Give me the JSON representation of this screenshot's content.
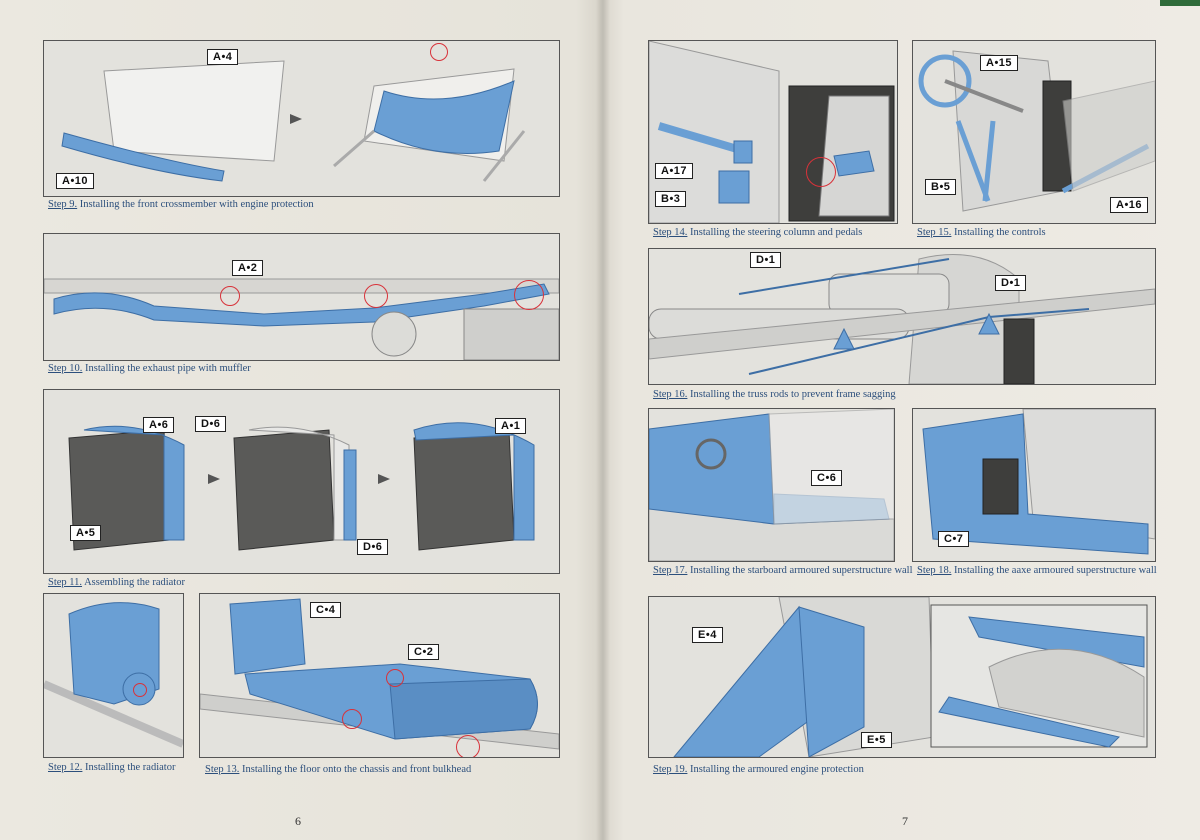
{
  "pages": {
    "left_number": "6",
    "right_number": "7"
  },
  "steps": [
    {
      "id": "s9",
      "step": "Step 9.",
      "text": "Installing the front crossmember with engine protection"
    },
    {
      "id": "s10",
      "step": "Step 10.",
      "text": "Installing the exhaust pipe with muffler"
    },
    {
      "id": "s11",
      "step": "Step 11.",
      "text": "Assembling the radiator"
    },
    {
      "id": "s12",
      "step": "Step 12.",
      "text": "Installing the radiator"
    },
    {
      "id": "s13",
      "step": "Step 13.",
      "text": "Installing the floor onto the chassis and front bulkhead"
    },
    {
      "id": "s14",
      "step": "Step 14.",
      "text": "Installing the steering column and pedals"
    },
    {
      "id": "s15",
      "step": "Step 15.",
      "text": "Installing the controls"
    },
    {
      "id": "s16",
      "step": "Step 16.",
      "text": "Installing the truss rods to prevent frame sagging"
    },
    {
      "id": "s17",
      "step": "Step 17.",
      "text": "Installing the starboard armoured superstructure wall"
    },
    {
      "id": "s18",
      "step": "Step 18.",
      "text": "Installing the aaxe armoured superstructure wall"
    },
    {
      "id": "s19",
      "step": "Step 19.",
      "text": "Installing the armoured engine protection"
    }
  ],
  "labels": {
    "a4": "A•4",
    "a10": "A•10",
    "a2": "A•2",
    "a6": "A•6",
    "d6a": "D•6",
    "a1": "A•1",
    "a5": "A•5",
    "d6b": "D•6",
    "c4": "C•4",
    "c2": "C•2",
    "a17": "A•17",
    "b3": "B•3",
    "a15": "A•15",
    "b5": "B•5",
    "a16": "A•16",
    "d1a": "D•1",
    "d1b": "D•1",
    "c6": "C•6",
    "c7": "C•7",
    "e4": "E•4",
    "e5": "E•5"
  },
  "colors": {
    "part_blue": "#6a9fd4",
    "caption_blue": "#2c4f7c",
    "marker_red": "#d8323a"
  }
}
